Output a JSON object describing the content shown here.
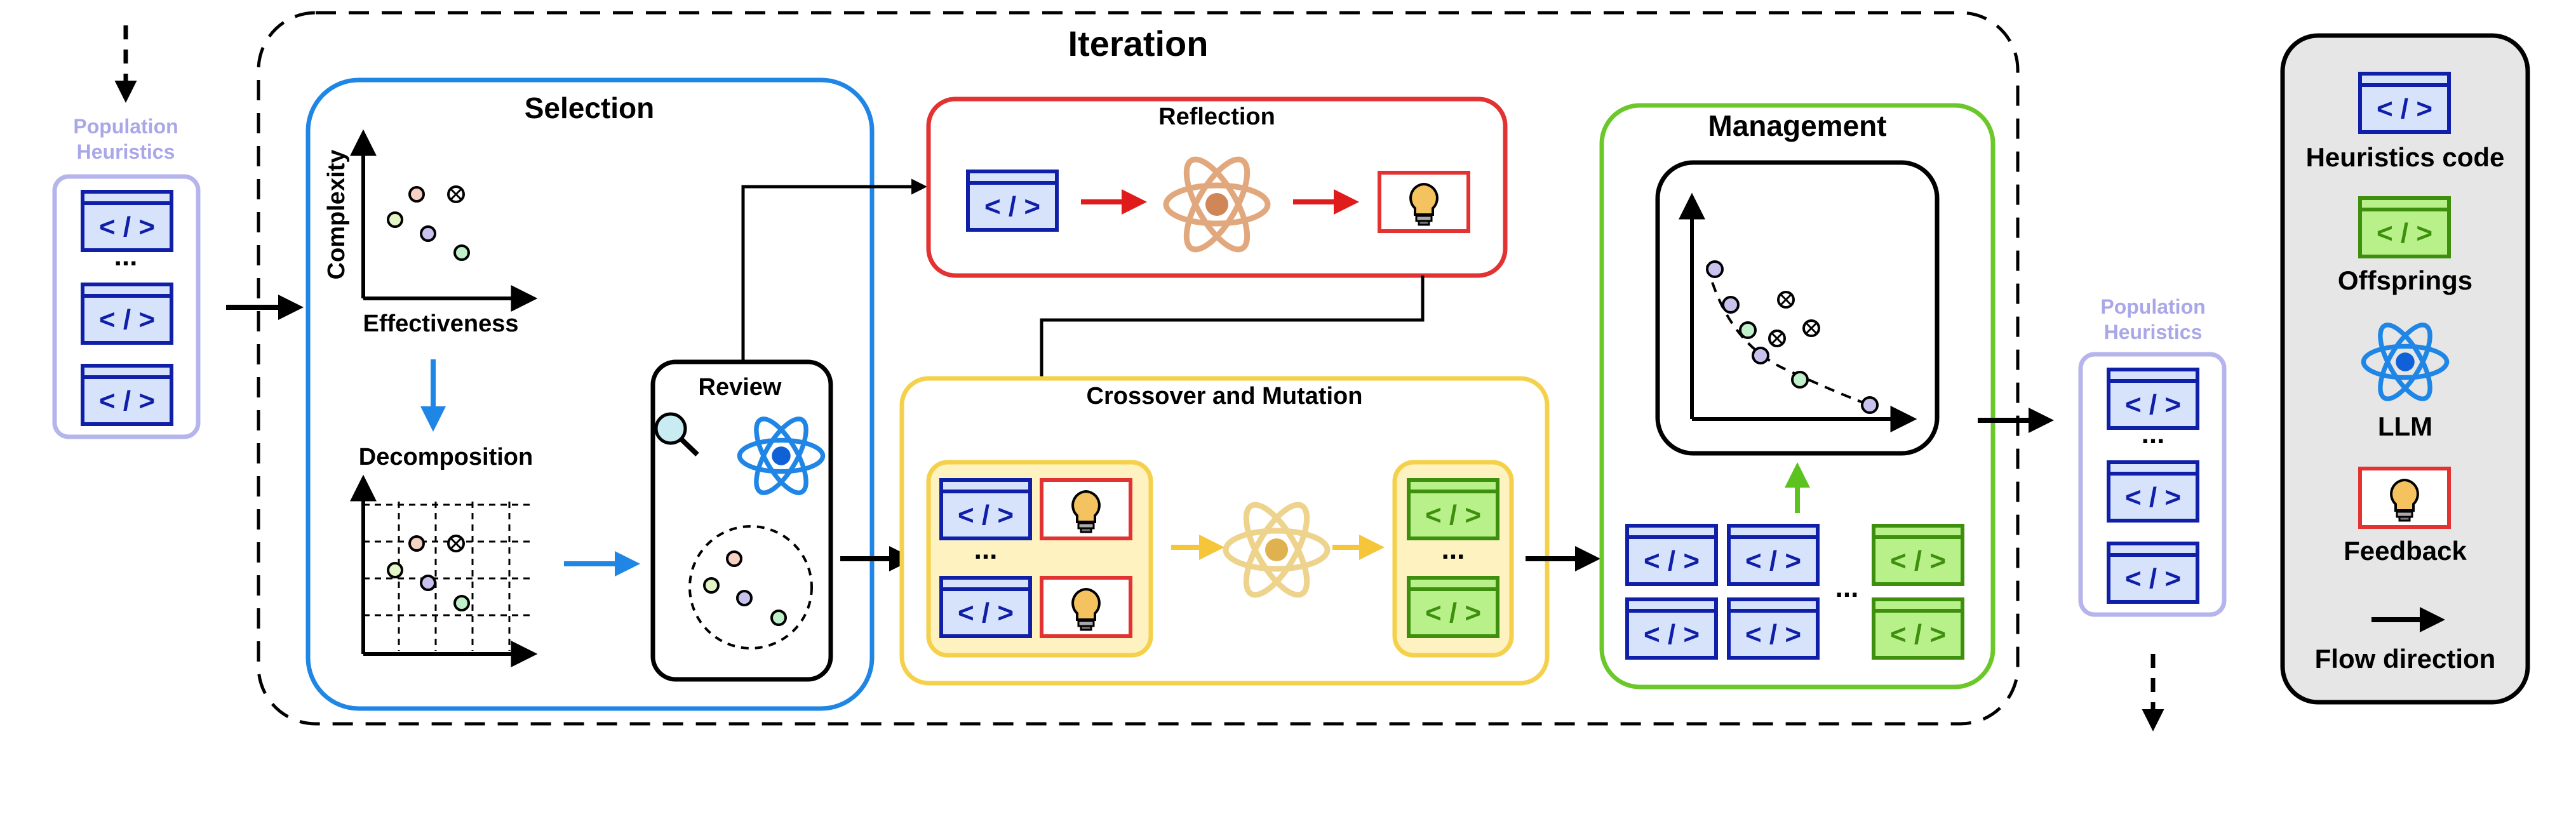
{
  "title": "Iteration",
  "population_in": {
    "label_line1": "Population",
    "label_line2": "Heuristics",
    "ellipsis": "..."
  },
  "population_out": {
    "label_line1": "Population",
    "label_line2": "Heuristics",
    "ellipsis": "..."
  },
  "code_glyph": "< / >",
  "selection": {
    "title": "Selection",
    "scatter": {
      "ylabel": "Complexity",
      "xlabel": "Effectiveness"
    },
    "decomposition_label": "Decomposition"
  },
  "review": {
    "title": "Review"
  },
  "reflection": {
    "title": "Reflection"
  },
  "crossover": {
    "title": "Crossover and Mutation",
    "ellipsis_left": "...",
    "ellipsis_right": "..."
  },
  "management": {
    "title": "Management",
    "ellipsis": "..."
  },
  "legend": {
    "heuristics_code": "Heuristics code",
    "offsprings": "Offsprings",
    "llm": "LLM",
    "feedback": "Feedback",
    "flow_direction": "Flow direction"
  },
  "colors": {
    "code_stroke": "#0f1fa8",
    "code_fill": "#d7e3fb",
    "offspring_stroke": "#3f8f0f",
    "offspring_fill": "#b8f08a",
    "selection_border": "#1f86e6",
    "reflection_border": "#e23232",
    "crossover_border": "#f5d04a",
    "management_border": "#6cc72a",
    "population_border": "#b6b4ec",
    "population_text": "#a9a7e8",
    "legend_fill": "#e6e6e6"
  }
}
